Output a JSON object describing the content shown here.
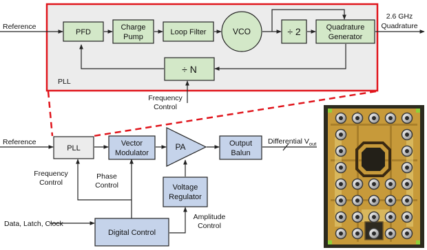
{
  "colors": {
    "pll_border": "#e0141b",
    "pll_fill": "#ececec",
    "green_block": "#d3e8c8",
    "blue_block": "#c5d3ea",
    "gray_block": "#ececec",
    "line": "#222222",
    "die_background": "#c79a3a"
  },
  "pll_detail": {
    "blocks": {
      "pfd": "PFD",
      "charge_pump": [
        "Charge",
        "Pump"
      ],
      "loop_filter": "Loop Filter",
      "vco": "VCO",
      "divide_by_2": "÷ 2",
      "quadrature_generator": [
        "Quadrature",
        "Generator"
      ],
      "divide_by_n": "÷ N"
    },
    "box_label": "PLL",
    "input_label": "Reference",
    "output_label": [
      "2.6 GHz",
      "Quadrature"
    ],
    "frequency_control_label": [
      "Frequency",
      "Control"
    ]
  },
  "transmitter": {
    "blocks": {
      "pll": "PLL",
      "vector_modulator": [
        "Vector",
        "Modulator"
      ],
      "pa": "PA",
      "output_balun": [
        "Output",
        "Balun"
      ],
      "voltage_regulator": [
        "Voltage",
        "Regulator"
      ],
      "digital_control": "Digital Control"
    },
    "labels": {
      "reference": "Reference",
      "differential_vout_main": "Differential V",
      "differential_vout_sub": "out",
      "frequency_control": [
        "Frequency",
        "Control"
      ],
      "phase_control": [
        "Phase",
        "Control"
      ],
      "amplitude_control": [
        "Amplitude",
        "Control"
      ],
      "data_latch_clock": "Data, Latch, Clock"
    }
  },
  "chip_photo": {
    "icon": "chip-die-micrograph"
  }
}
